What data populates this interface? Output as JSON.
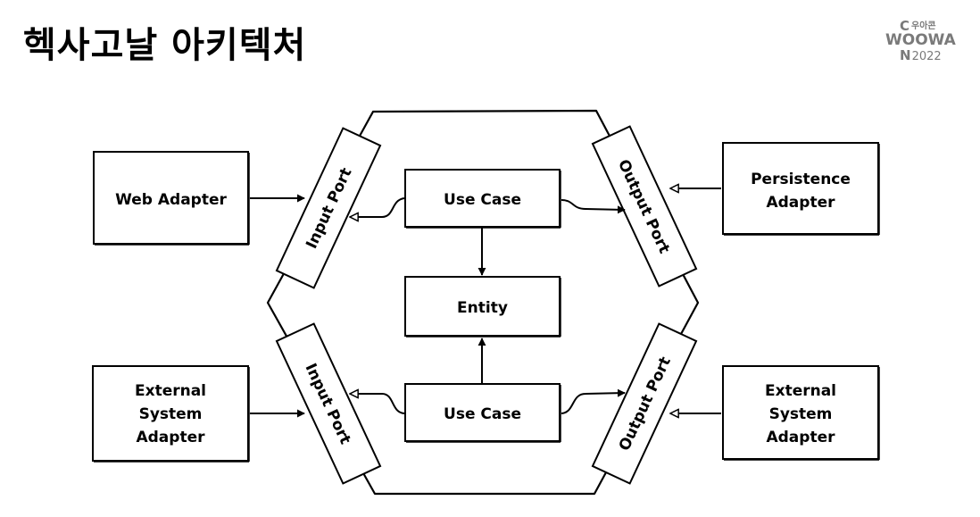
{
  "slide": {
    "title": "헥사고날 아키텍처"
  },
  "logo": {
    "line1_letter": "C",
    "line1_korean": "우아콘",
    "line2": "WOOWA",
    "line3_letter": "N",
    "line3_year": "2022"
  },
  "diagram": {
    "core": {
      "use_case_top": "Use Case",
      "entity": "Entity",
      "use_case_bottom": "Use Case"
    },
    "ports": {
      "input_port_top": "Input Port",
      "input_port_bottom": "Input Port",
      "output_port_top": "Output Port",
      "output_port_bottom": "Output Port"
    },
    "adapters": {
      "web_adapter": [
        "Web Adapter"
      ],
      "external_system_left": [
        "External",
        "System",
        "Adapter"
      ],
      "persistence_adapter": [
        "Persistence",
        "Adapter"
      ],
      "external_system_right": [
        "External",
        "System",
        "Adapter"
      ]
    }
  }
}
